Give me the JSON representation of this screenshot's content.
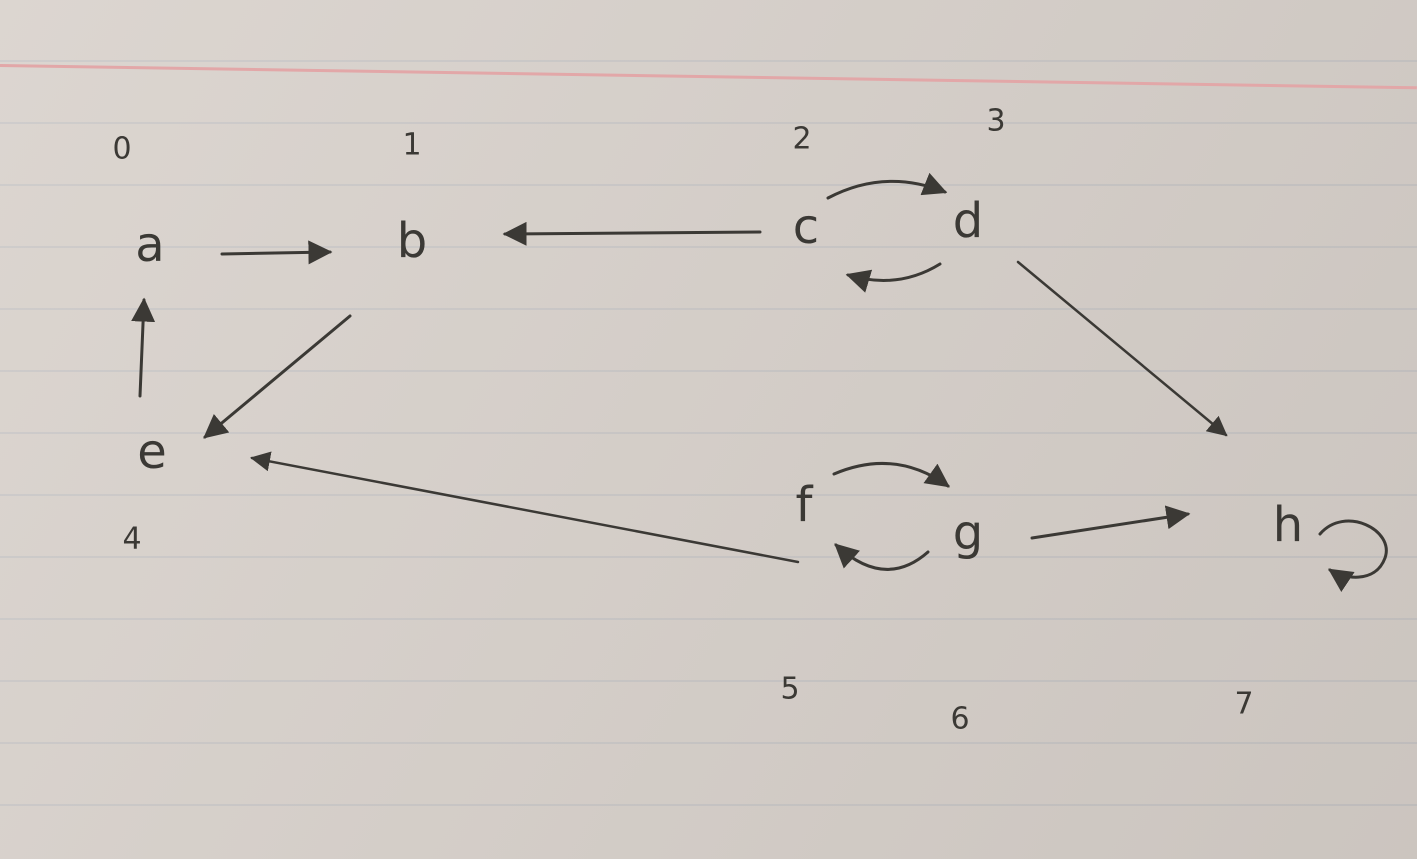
{
  "nodes": [
    {
      "id": "a",
      "label": "a",
      "index": "0"
    },
    {
      "id": "b",
      "label": "b",
      "index": "1"
    },
    {
      "id": "c",
      "label": "c",
      "index": "2"
    },
    {
      "id": "d",
      "label": "d",
      "index": "3"
    },
    {
      "id": "e",
      "label": "e",
      "index": "4"
    },
    {
      "id": "f",
      "label": "f",
      "index": "5"
    },
    {
      "id": "g",
      "label": "g",
      "index": "6"
    },
    {
      "id": "h",
      "label": "h",
      "index": "7"
    }
  ],
  "edges": [
    {
      "from": "a",
      "to": "b"
    },
    {
      "from": "b",
      "to": "e"
    },
    {
      "from": "e",
      "to": "a"
    },
    {
      "from": "c",
      "to": "b"
    },
    {
      "from": "c",
      "to": "d"
    },
    {
      "from": "d",
      "to": "c"
    },
    {
      "from": "d",
      "to": "h"
    },
    {
      "from": "f",
      "to": "e"
    },
    {
      "from": "f",
      "to": "g"
    },
    {
      "from": "g",
      "to": "f"
    },
    {
      "from": "g",
      "to": "h"
    },
    {
      "from": "h",
      "to": "h"
    }
  ],
  "colors": {
    "ink": "#3b3935",
    "paper": "#d8d1cb",
    "margin_line": "#e2a7a8"
  }
}
